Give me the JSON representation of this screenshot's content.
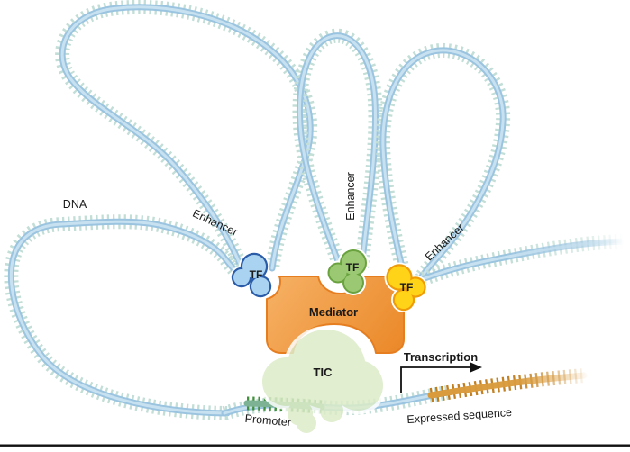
{
  "figure": {
    "type": "biology-diagram",
    "subject": "DNA enhancer looping and transcription activation",
    "background": "#ffffff",
    "labels": {
      "dna": "DNA",
      "enhancer": "Enhancer",
      "tf": "TF",
      "mediator": "Mediator",
      "tic": "TIC",
      "promoter": "Promoter",
      "transcription": "Transcription",
      "expressed_sequence": "Expressed sequence"
    },
    "components": {
      "enhancer_loops": 3,
      "transcription_factors": [
        {
          "label": "TF",
          "color_name": "blue"
        },
        {
          "label": "TF",
          "color_name": "green"
        },
        {
          "label": "TF",
          "color_name": "yellow"
        }
      ]
    },
    "colors": {
      "dna_tube": "#9ac4e0",
      "dna_tube_highlight": "#c8e1f1",
      "dna_teeth": "#c2ded6",
      "promoter_teeth": "#43913d",
      "promoter_tube": "#7db394",
      "expressed_teeth": "#c07d1e",
      "expressed_tube": "#d99b3c",
      "mediator_light": "#f6b266",
      "mediator_dark": "#eb8a2b",
      "mediator_stroke": "#e67e20",
      "tf_blue_fill": "#a9d3f0",
      "tf_blue_stroke": "#2b5ca8",
      "tf_green_fill": "#9bc873",
      "tf_green_stroke": "#69a23e",
      "tf_yellow_fill": "#ffd318",
      "tf_yellow_stroke": "#f09c07",
      "tic_fill": "#dcecc8",
      "arrow": "#111111",
      "text": "#1a1a1a",
      "baseline_rule": "#111111"
    }
  }
}
